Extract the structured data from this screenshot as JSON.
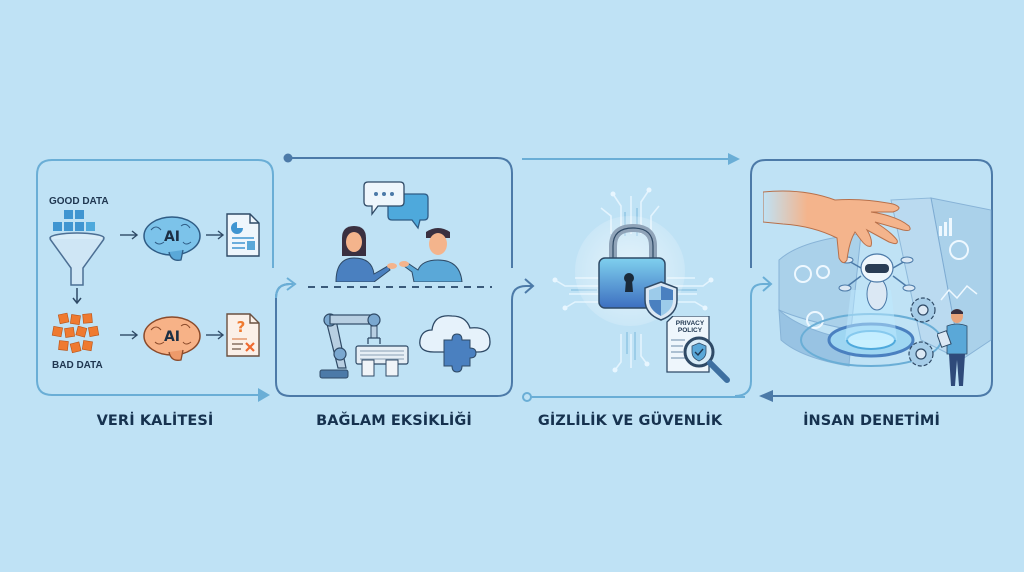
{
  "diagram": {
    "type": "process-cycle-infographic",
    "background_color": "#bfe2f5",
    "line_color_dark": "#4c7aa8",
    "line_color_light": "#6aaed6",
    "label_color": "#16324f",
    "steps": [
      {
        "id": "veri-kalitesi",
        "label": "VERİ KALİTESİ",
        "good_data_label": "GOOD DATA",
        "bad_data_label": "BAD DATA",
        "ai_label": "AI",
        "icons": [
          "funnel-icon",
          "brain-ai-icon",
          "report-document-icon",
          "scattered-data-icon",
          "brain-ai-icon",
          "error-document-icon"
        ]
      },
      {
        "id": "baglam-eksikligi",
        "label": "BAĞLAM EKSİKLİĞİ",
        "icons": [
          "conversation-people-icon",
          "speech-bubble-icon",
          "robot-arm-keyboard-icon",
          "cloud-puzzle-icon"
        ]
      },
      {
        "id": "gizlilik-ve-guvenlik",
        "label": "GİZLİLİK VE GÜVENLİK",
        "privacy_doc_label_line1": "PRIVACY",
        "privacy_doc_label_line2": "POLICY",
        "icons": [
          "padlock-icon",
          "shield-icon",
          "circuit-lines-icon",
          "privacy-policy-magnifier-icon"
        ]
      },
      {
        "id": "insan-denetimi",
        "label": "İNSAN DENETİMİ",
        "icons": [
          "human-hand-icon",
          "robot-drone-icon",
          "hologram-dashboard-icon",
          "gears-icon",
          "person-with-tablet-icon"
        ]
      }
    ]
  }
}
